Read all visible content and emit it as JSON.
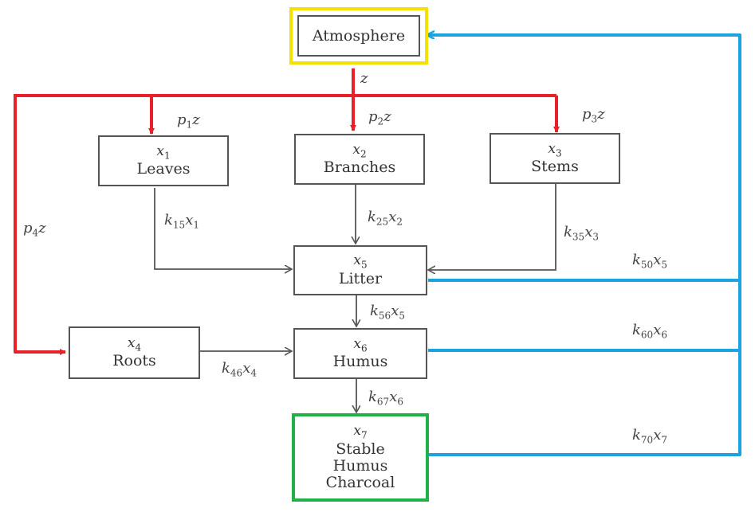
{
  "colors": {
    "uptake": "#e8202a",
    "return": "#1aa3e0",
    "transfer": "#555555",
    "atmosphere_border": "#f5e000",
    "charcoal_border": "#22b04b"
  },
  "boxes": {
    "atmosphere": {
      "name": "Atmosphere"
    },
    "leaves": {
      "var": "x",
      "sub": "1",
      "name": "Leaves"
    },
    "branches": {
      "var": "x",
      "sub": "2",
      "name": "Branches"
    },
    "stems": {
      "var": "x",
      "sub": "3",
      "name": "Stems"
    },
    "roots": {
      "var": "x",
      "sub": "4",
      "name": "Roots"
    },
    "litter": {
      "var": "x",
      "sub": "5",
      "name": "Litter"
    },
    "humus": {
      "var": "x",
      "sub": "6",
      "name": "Humus"
    },
    "charcoal": {
      "var": "x",
      "sub": "7",
      "name_lines": [
        "Stable",
        "Humus",
        "Charcoal"
      ]
    }
  },
  "labels": {
    "z": {
      "main": "z"
    },
    "p1z": {
      "a": "p",
      "s1": "1",
      "b": "z"
    },
    "p2z": {
      "a": "p",
      "s1": "2",
      "b": "z"
    },
    "p3z": {
      "a": "p",
      "s1": "3",
      "b": "z"
    },
    "p4z": {
      "a": "p",
      "s1": "4",
      "b": "z"
    },
    "k15": {
      "a": "k",
      "s1": "15",
      "b": "x",
      "s2": "1"
    },
    "k25": {
      "a": "k",
      "s1": "25",
      "b": "x",
      "s2": "2"
    },
    "k35": {
      "a": "k",
      "s1": "35",
      "b": "x",
      "s2": "3"
    },
    "k56": {
      "a": "k",
      "s1": "56",
      "b": "x",
      "s2": "5"
    },
    "k46": {
      "a": "k",
      "s1": "46",
      "b": "x",
      "s2": "4"
    },
    "k67": {
      "a": "k",
      "s1": "67",
      "b": "x",
      "s2": "6"
    },
    "k50": {
      "a": "k",
      "s1": "50",
      "b": "x",
      "s2": "5"
    },
    "k60": {
      "a": "k",
      "s1": "60",
      "b": "x",
      "s2": "6"
    },
    "k70": {
      "a": "k",
      "s1": "70",
      "b": "x",
      "s2": "7"
    }
  }
}
